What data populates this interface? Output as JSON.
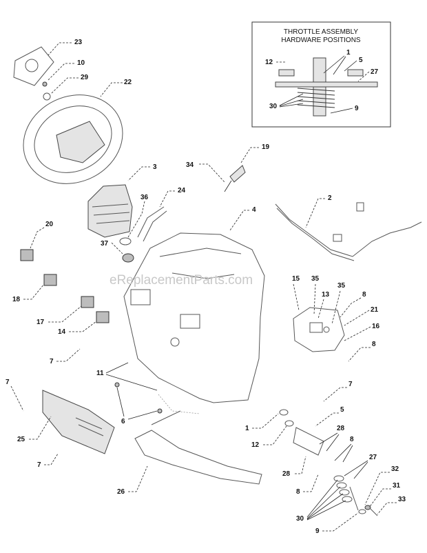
{
  "inset": {
    "title_line1": "THROTTLE ASSEMBLY",
    "title_line2": "HARDWARE POSITIONS",
    "callouts": {
      "c1": "1",
      "c5": "5",
      "c12": "12",
      "c27": "27",
      "c30": "30",
      "c9": "9"
    }
  },
  "callouts": {
    "c23": "23",
    "c10": "10",
    "c29": "29",
    "c22": "22",
    "c3": "3",
    "c19": "19",
    "c34": "34",
    "c36": "36",
    "c24": "24",
    "c2": "2",
    "c4": "4",
    "c20": "20",
    "c37": "37",
    "c18": "18",
    "c15": "15",
    "c35a": "35",
    "c35b": "35",
    "c13": "13",
    "c8a": "8",
    "c21": "21",
    "c17": "17",
    "c16": "16",
    "c14": "14",
    "c8b": "8",
    "c7a": "7",
    "c11": "11",
    "c7b": "7",
    "c7c": "7",
    "c6": "6",
    "c5": "5",
    "c1": "1",
    "c28": "28",
    "c25": "25",
    "c12": "12",
    "c8c": "8",
    "c7d": "7",
    "c28b": "28",
    "c27": "27",
    "c32": "32",
    "c26": "26",
    "c8d": "8",
    "c31": "31",
    "c33": "33",
    "c30": "30",
    "c9": "9"
  },
  "watermark": "eReplacementParts.com"
}
